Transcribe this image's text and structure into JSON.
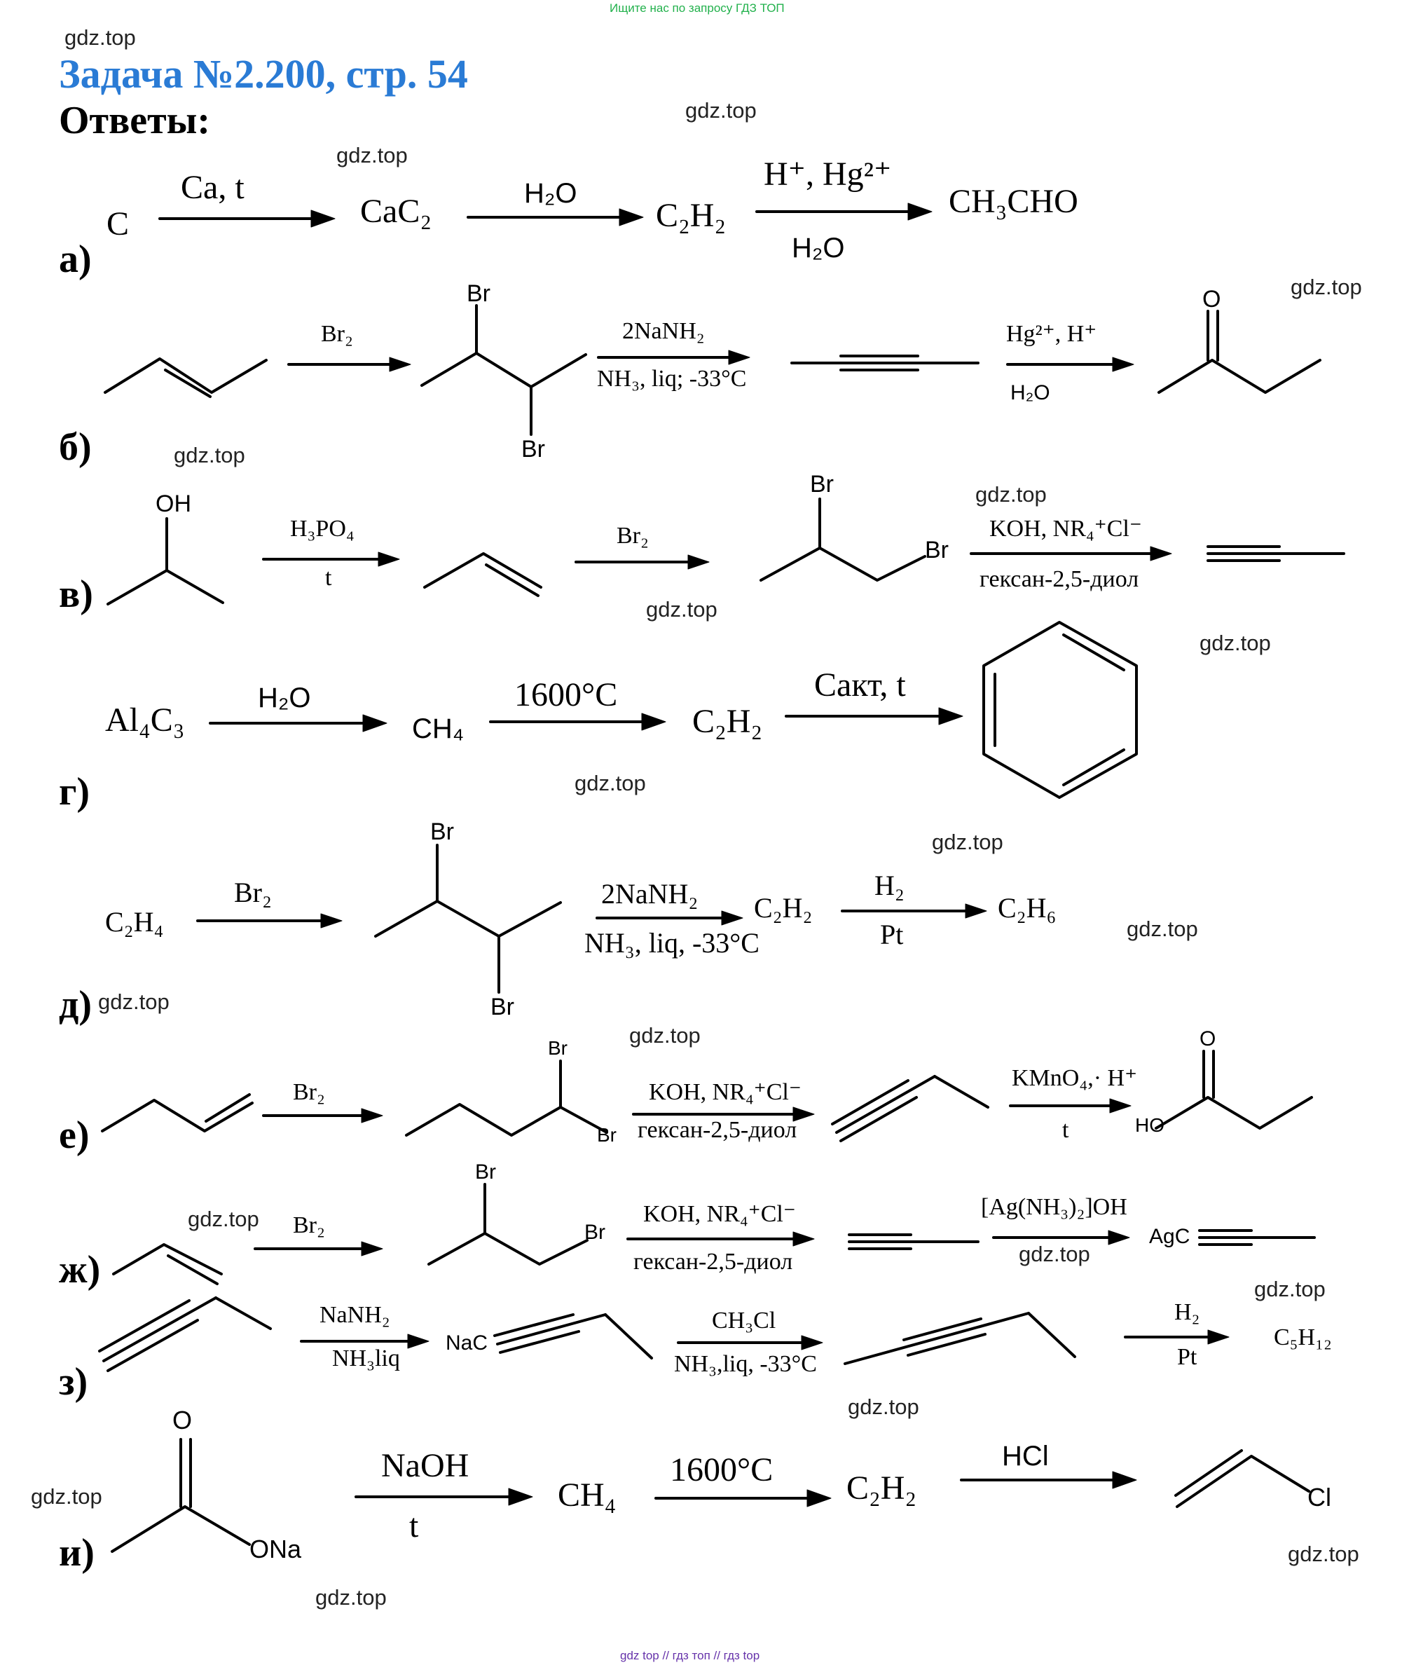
{
  "top_note": "Ищите нас по запросу ГДЗ ТОП",
  "bottom_note": "gdz top // гдз топ // гдз top",
  "watermark": "gdz.top",
  "title": "Задача №2.200, стр. 54",
  "subtitle": "Ответы:",
  "row_labels": [
    "а)",
    "б)",
    "в)",
    "г)",
    "д)",
    "е)",
    "ж)",
    "з)",
    "и)"
  ],
  "a": {
    "start": "C",
    "cond1": "Ca, t",
    "p1": "CaC₂",
    "cond2": "H₂O",
    "p2": "C₂H₂",
    "cond3_top": "H⁺, Hg²⁺",
    "cond3_bottom": "H₂O",
    "p3": "CH₃CHO"
  },
  "b": {
    "cond1": "Br₂",
    "br_top": "Br",
    "br_bottom": "Br",
    "cond2_top": "2NaNH₂",
    "cond2_bottom": "NH₃, liq; -33°C",
    "cond3_top": "Hg²⁺, H⁺",
    "cond3_bottom": "H₂O",
    "o": "O"
  },
  "v": {
    "oh": "OH",
    "cond1_top": "H₃PO₄",
    "cond1_bottom": "t",
    "cond2": "Br₂",
    "br_top": "Br",
    "br_right": "Br",
    "cond3_top": "KOH, NR₄⁺Cl⁻",
    "cond3_bottom": "гексан-2,5-диол"
  },
  "g": {
    "start": "Al₄C₃",
    "cond1": "H₂O",
    "p1": "CH₄",
    "cond2": "1600°C",
    "p2": "C₂H₂",
    "cond3": "Cакт, t"
  },
  "d": {
    "start": "C₂H₄",
    "cond1": "Br₂",
    "br_top": "Br",
    "br_bottom": "Br",
    "cond2_top": "2NaNH₂",
    "cond2_bottom": "NH₃, liq, -33°C",
    "p2": "C₂H₂",
    "cond3_top": "H₂",
    "cond3_bottom": "Pt",
    "p3": "C₂H₆"
  },
  "e": {
    "cond1": "Br₂",
    "br_top": "Br",
    "br_bottom": "Br",
    "cond2_top": "KOH, NR₄⁺Cl⁻",
    "cond2_bottom": "гексан-2,5-диол",
    "cond3_top": "KMnO₄,· H⁺",
    "cond3_bottom": "t",
    "o": "O",
    "ho": "HO"
  },
  "zh": {
    "cond1": "Br₂",
    "br_top": "Br",
    "br_right": "Br",
    "cond2_top": "KOH, NR₄⁺Cl⁻",
    "cond2_bottom": "гексан-2,5-диол",
    "cond3_top": "[Ag(NH₃)₂]OH",
    "agc": "AgC"
  },
  "z": {
    "cond1_top": "NaNH₂",
    "cond1_bottom": "NH₃liq",
    "nac": "NaC",
    "cond2_top": "CH₃Cl",
    "cond2_bottom": "NH₃,liq, -33°C",
    "cond3_top": "H₂",
    "cond3_bottom": "Pt",
    "p3": "C₅H₁₂"
  },
  "i": {
    "o": "O",
    "ona": "ONa",
    "cond1_top": "NaOH",
    "cond1_bottom": "t",
    "p1": "CH₄",
    "cond2": "1600°C",
    "p2": "C₂H₂",
    "cond3": "HCl",
    "cl": "Cl"
  }
}
